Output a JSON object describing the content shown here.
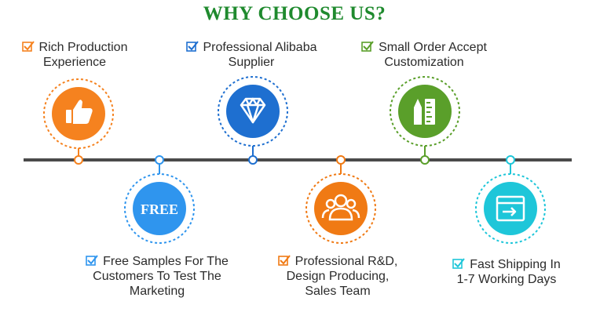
{
  "title": "WHY CHOOSE US?",
  "colors": {
    "title": "#1f8a2e",
    "line": "#4a4a4a",
    "orange": "#f5821f",
    "blue": "#1e6fd0",
    "green": "#5a9f2a",
    "skyblue": "#2f95ee",
    "orange2": "#f07a14",
    "cyan": "#1ec6d9"
  },
  "features": [
    {
      "line1": "Rich Production",
      "line2": "Experience",
      "line3": "",
      "icon": "thumbs-up-icon",
      "color": "#f5821f"
    },
    {
      "line1": "Free Samples For The",
      "line2": "Customers To Test The",
      "line3": "Marketing",
      "icon": "free-tag-icon",
      "icon_text": "FREE",
      "color": "#2f95ee"
    },
    {
      "line1": "Professional Alibaba",
      "line2": "Supplier",
      "line3": "",
      "icon": "diamond-icon",
      "color": "#1e6fd0"
    },
    {
      "line1": "Professional R&D,",
      "line2": "Design Producing,",
      "line3": "Sales Team",
      "icon": "team-icon",
      "color": "#f07a14"
    },
    {
      "line1": "Small Order Accept",
      "line2": "Customization",
      "line3": "",
      "icon": "tools-icon",
      "color": "#5a9f2a"
    },
    {
      "line1": "Fast Shipping In",
      "line2": "1-7 Working Days",
      "line3": "",
      "icon": "shipping-box-icon",
      "color": "#1ec6d9"
    }
  ]
}
